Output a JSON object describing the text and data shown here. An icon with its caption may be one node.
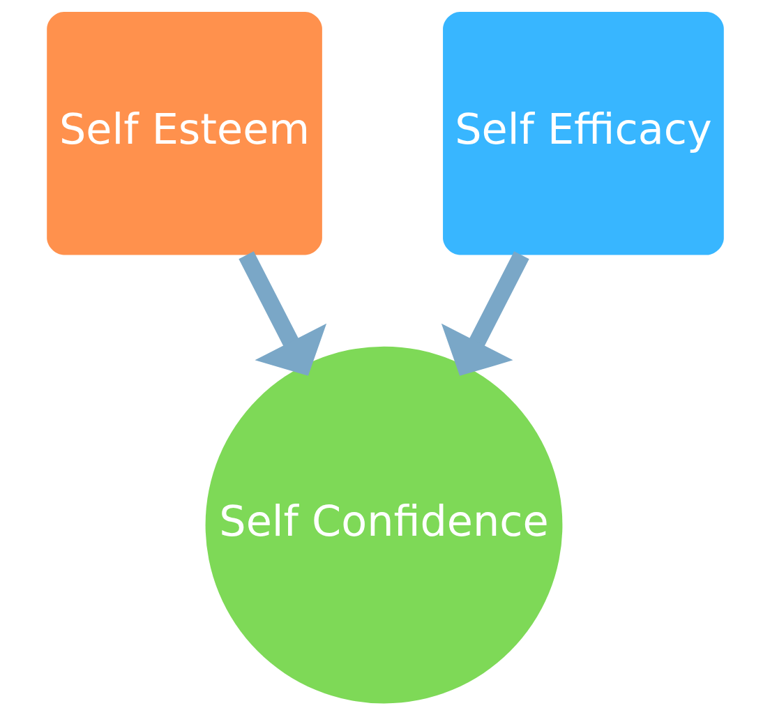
{
  "diagram": {
    "nodes": [
      {
        "text": [
          "Self Esteem"
        ]
      },
      {
        "text": [
          "Self Efficacy"
        ]
      },
      {
        "text": [
          "Self Confidence"
        ]
      }
    ],
    "edges": [
      {
        "from": 0,
        "to": 2,
        "arrow": "to"
      },
      {
        "from": 1,
        "to": 2,
        "arrow": "to"
      }
    ]
  }
}
